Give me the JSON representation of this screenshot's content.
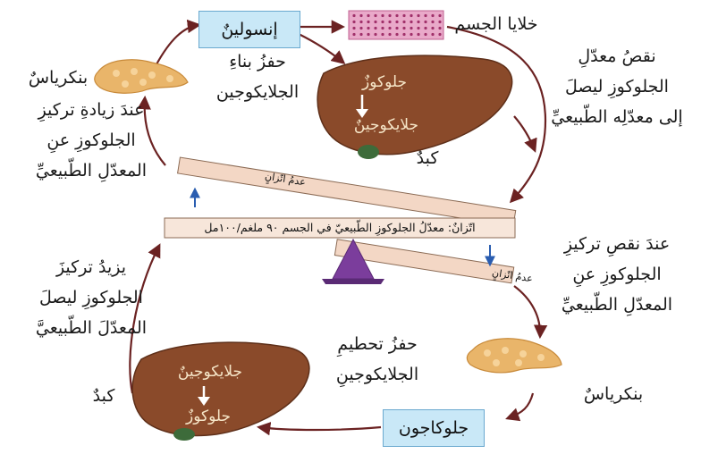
{
  "diagram": {
    "insulin_box": "إنسولينٌ",
    "glucagon_box": "جلوكاجون",
    "body_cells": "خلايا الجسم",
    "pancreas_top": "بنكرياسٌ",
    "pancreas_bottom": "بنكرياسٌ",
    "glycogen_build": [
      "حفزُ بناءِ",
      "الجلايكوجين"
    ],
    "glycogen_break": [
      "حفزُ تحطيمِ",
      "الجلايكوجينِ"
    ],
    "liver_top": {
      "line1": "جلوكوزٌ",
      "line2": "جلايكوجينٌ",
      "caption": "كبدٌ"
    },
    "liver_bottom": {
      "line1": "جلايكوجينٌ",
      "line2": "جلوكوزٌ",
      "caption": "كبدٌ"
    },
    "increase_condition": [
      "عندَ زيادةِ تركيزِ",
      "الجلوكوزِ عنِ",
      "المعدّلِ الطّبيعيِّ"
    ],
    "decrease_condition": [
      "عندَ نقصِ تركيزِ",
      "الجلوكوزِ عنِ",
      "المعدّلِ الطّبيعيِّ"
    ],
    "decrease_effect": [
      "نقصُ معدّلِ",
      "الجلوكوزِ ليصلَ",
      "إلى معدّلِه الطّبيعيِّ"
    ],
    "increase_effect": [
      "يزيدُ تركيزَ",
      "الجلوكوزِ ليصلَ",
      "المعدّلَ الطّبيعيَّ"
    ],
    "balance_label": "اتّزانٌ: معدّلُ الجلوكوزِ الطّبيعيّ في الجسم ٩٠ ملغم/١٠٠مل",
    "imbalance_upper": "عدمُ اتّزانٍ",
    "imbalance_lower": "عدمُ اتّزانٍ"
  },
  "colors": {
    "box_fill": "#c9e8f7",
    "liver": "#8a4a2a",
    "arrow": "#6b2222",
    "fulcrum": "#7b3d9c",
    "beam": "#f3d7c5",
    "blue_arrow": "#2a5db0"
  }
}
